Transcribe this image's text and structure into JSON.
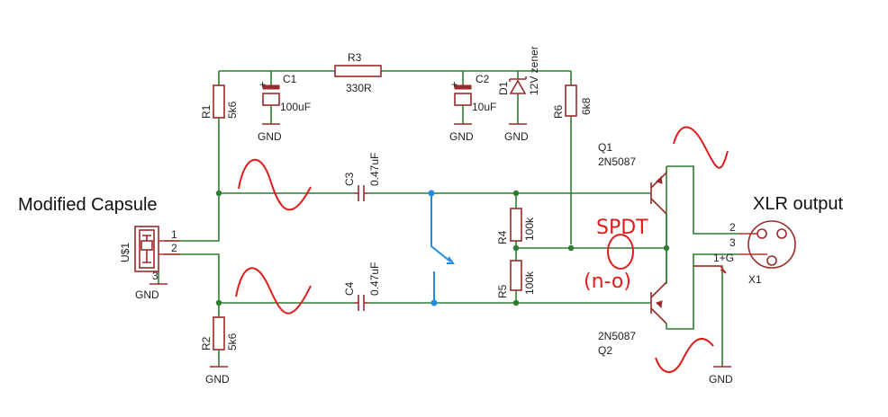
{
  "labels": {
    "capsule_title": "Modified Capsule",
    "xlr_title": "XLR output",
    "u1": "U$1",
    "u1_pin1": "1",
    "u1_pin2": "2",
    "u1_pin3": "3",
    "r1": "R1",
    "r1_val": "5k6",
    "r2": "R2",
    "r2_val": "5k6",
    "r3": "R3",
    "r3_val": "330R",
    "r4": "R4",
    "r4_val": "100k",
    "r5": "R5",
    "r5_val": "100k",
    "r6": "R6",
    "r6_val": "6k8",
    "c1": "C1",
    "c1_val": "100uF",
    "c2": "C2",
    "c2_val": "10uF",
    "c3": "C3",
    "c3_val": "0.47uF",
    "c4": "C4",
    "c4_val": "0.47uF",
    "d1": "D1",
    "d1_val": "12V zener",
    "q1": "Q1",
    "q1_val": "2N5087",
    "q2": "Q2",
    "q2_val": "2N5087",
    "x1": "X1",
    "x1_pin2": "2",
    "x1_pin3": "3",
    "x1_pin1": "1+G",
    "gnd": "GND",
    "plus": "+",
    "annotation_spdt": "SPDT",
    "annotation_no": "(n-o)"
  },
  "colors": {
    "wire": "#2f7d32",
    "component": "#9b2a2a",
    "annotation": "#e01b1b",
    "switch": "#1e8fe0"
  }
}
